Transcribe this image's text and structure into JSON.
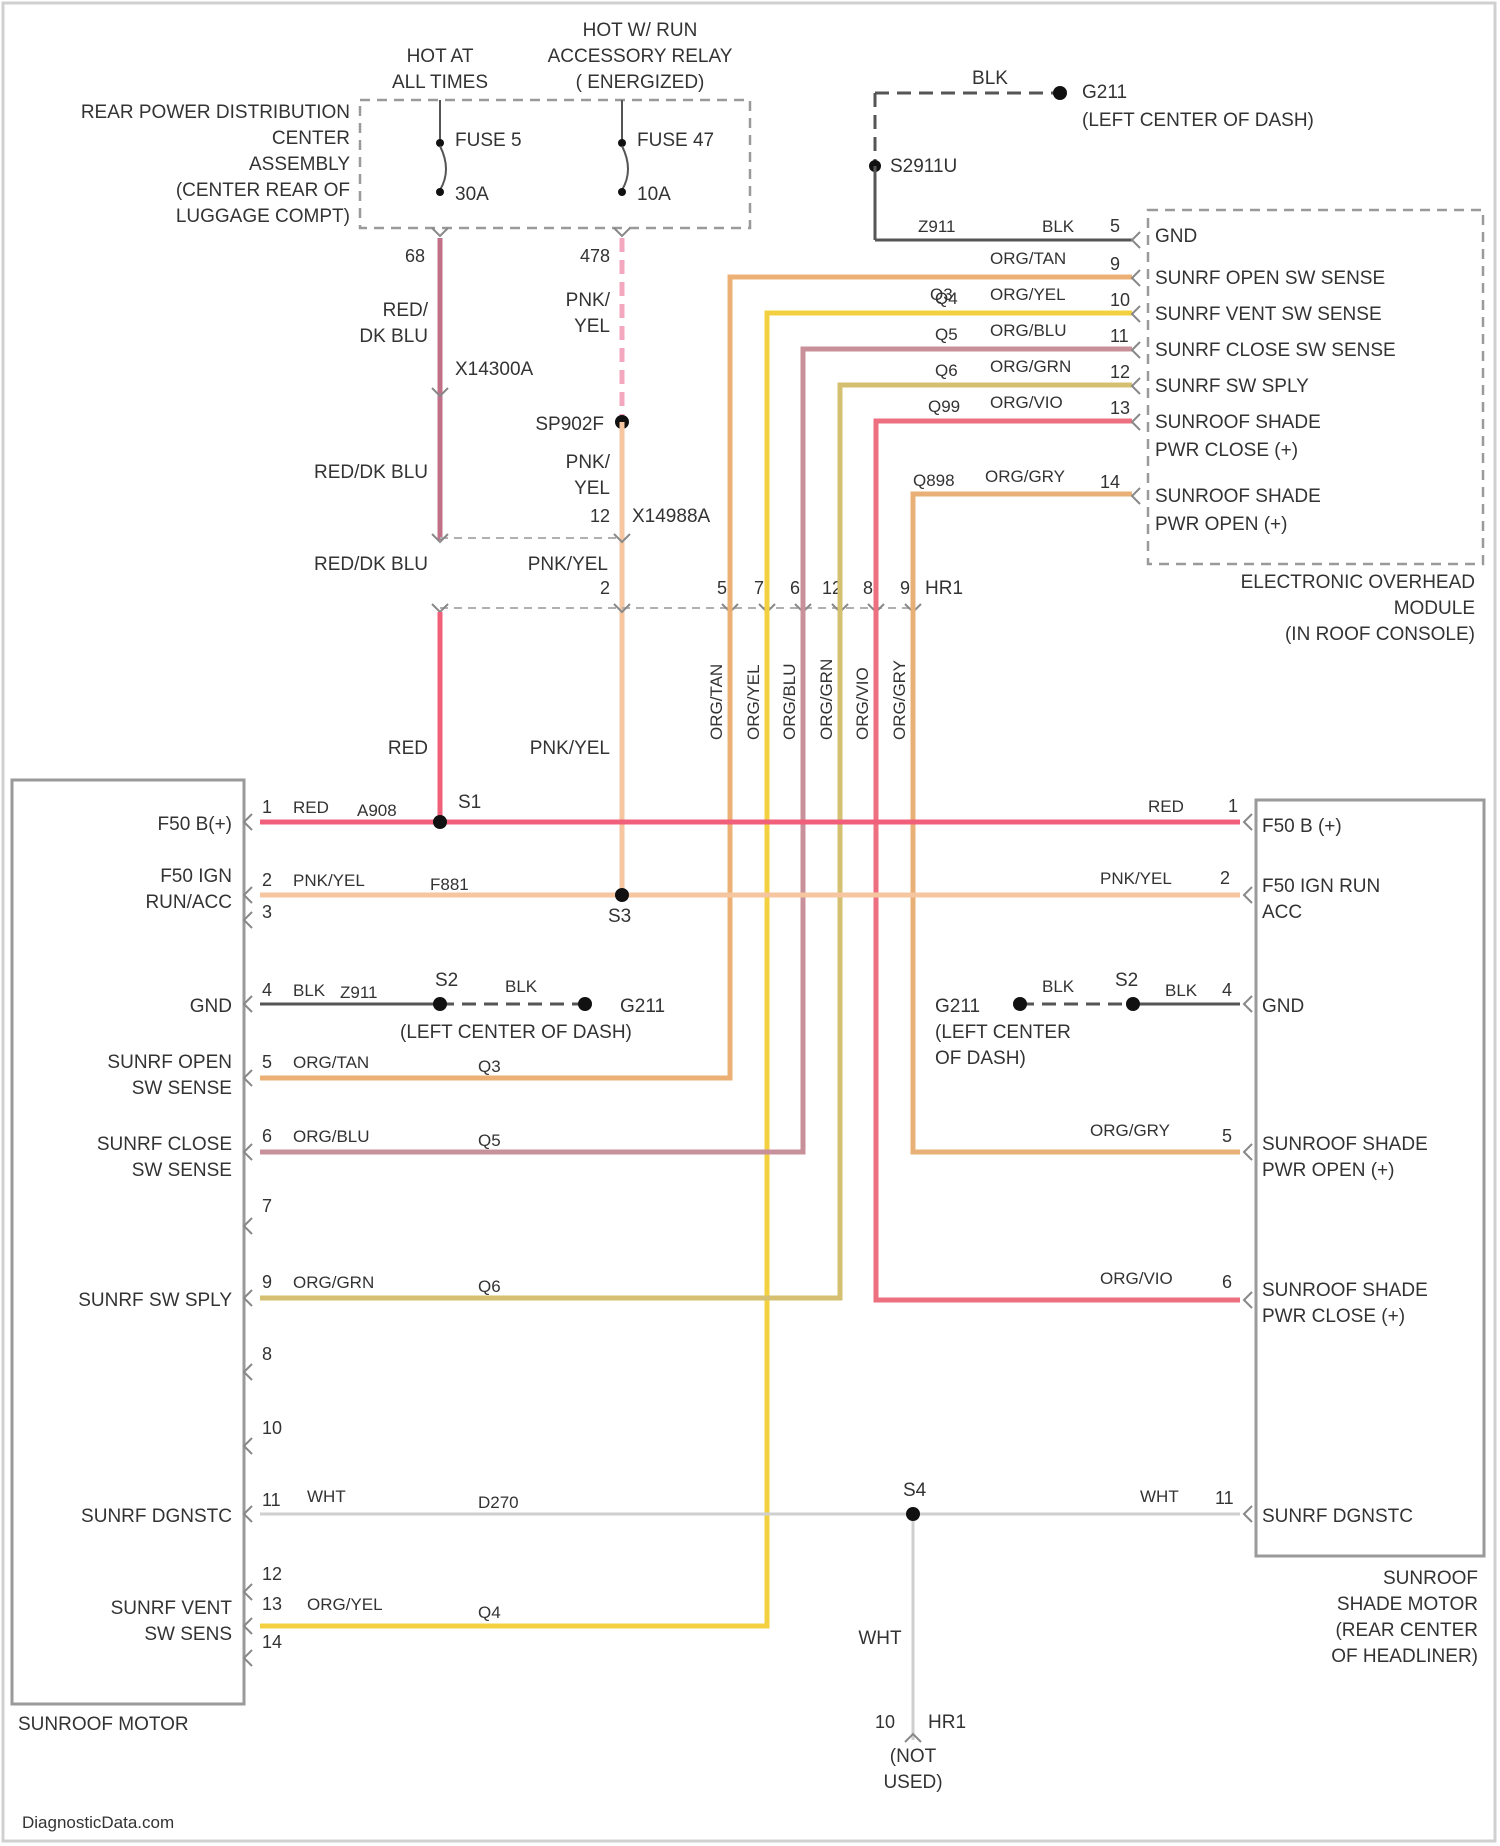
{
  "colors": {
    "red": "#f0607a",
    "red_dkblu": "#c07088",
    "pnk_yel": "#f6c6a0",
    "org_tan": "#ecb074",
    "org_yel": "#f3d040",
    "org_blu": "#c8909a",
    "org_grn": "#d4c070",
    "org_vio": "#ee7080",
    "org_gry": "#e8b076",
    "blk": "#555555",
    "wht": "#cfcfcf"
  },
  "top": {
    "hot_at_all_times": [
      "HOT AT",
      "ALL TIMES"
    ],
    "hot_w_run": [
      "HOT W/ RUN",
      "ACCESSORY RELAY",
      "( ENERGIZED)"
    ],
    "rear_pdc": [
      "REAR POWER DISTRIBUTION",
      "CENTER",
      "ASSEMBLY",
      "(CENTER REAR OF",
      "LUGGAGE COMPT)"
    ],
    "fuse_5": "FUSE 5",
    "fuse_5_rating": "30A",
    "fuse_47": "FUSE 47",
    "fuse_47_rating": "10A",
    "pin_68": "68",
    "pin_478": "478",
    "wire_red_dkblu": [
      "RED/",
      "DK BLU"
    ],
    "wire_pnk_yel": [
      "PNK/",
      "YEL"
    ],
    "x14300": "X14300A",
    "sp902": "SP902F",
    "wire_pnk_yel_2": [
      "PNK/",
      "YEL"
    ],
    "pin_12": "12",
    "x14988": "X14988A",
    "red_dkblu_2": "RED/DK BLU",
    "red_dkblu_3": "RED/DK BLU",
    "pnk_yel_3": "PNK/YEL",
    "pin_2": "2",
    "hr1_pins": [
      "5",
      "7",
      "6",
      "12",
      "8",
      "9"
    ],
    "hr1": "HR1",
    "red_label": "RED",
    "pnk_yel_label": "PNK/YEL",
    "vertical_wires": [
      "ORG/TAN",
      "ORG/YEL",
      "ORG/BLU",
      "ORG/GRN",
      "ORG/VIO",
      "ORG/GRY"
    ]
  },
  "ground_top": {
    "blk": "BLK",
    "g211": "G211",
    "g211_loc": "(LEFT CENTER OF DASH)",
    "s2911": "S2911U",
    "z911": "Z911",
    "blk2": "BLK"
  },
  "eom": {
    "title": [
      "ELECTRONIC OVERHEAD",
      "MODULE",
      "(IN ROOF CONSOLE)"
    ],
    "rows": [
      {
        "circuit": "Z911",
        "color": "BLK",
        "pin": "5",
        "label": "GND"
      },
      {
        "circuit": "Q3",
        "color": "ORG/TAN",
        "pin": "9",
        "label": "SUNRF OPEN SW SENSE"
      },
      {
        "circuit": "Q4",
        "color": "ORG/YEL",
        "pin": "10",
        "label": "SUNRF VENT SW SENSE"
      },
      {
        "circuit": "Q5",
        "color": "ORG/BLU",
        "pin": "11",
        "label": "SUNRF CLOSE SW SENSE"
      },
      {
        "circuit": "Q6",
        "color": "ORG/GRN",
        "pin": "12",
        "label": "SUNRF SW SPLY"
      },
      {
        "circuit": "Q99",
        "color": "ORG/VIO",
        "pin": "13",
        "label": "SUNROOF SHADE",
        "label2": "PWR CLOSE (+)"
      },
      {
        "circuit": "Q898",
        "color": "ORG/GRY",
        "pin": "14",
        "label": "SUNROOF SHADE",
        "label2": "PWR OPEN (+)"
      }
    ]
  },
  "motor": {
    "title": "SUNROOF MOTOR",
    "rows": [
      {
        "pin": "1",
        "label": "F50 B(+)",
        "color": "RED",
        "circuit": "A908"
      },
      {
        "pin": "2",
        "label": "F50 IGN",
        "label2": "RUN/ACC",
        "color": "PNK/YEL",
        "circuit": "F881"
      },
      {
        "pin": "3"
      },
      {
        "pin": "4",
        "label": "GND",
        "color": "BLK",
        "circuit": "Z911"
      },
      {
        "pin": "5",
        "label": "SUNRF OPEN",
        "label2": "SW SENSE",
        "color": "ORG/TAN",
        "circuit": "Q3"
      },
      {
        "pin": "6",
        "label": "SUNRF CLOSE",
        "label2": "SW SENSE",
        "color": "ORG/BLU",
        "circuit": "Q5"
      },
      {
        "pin": "7"
      },
      {
        "pin": "9",
        "label": "SUNRF SW SPLY",
        "color": "ORG/GRN",
        "circuit": "Q6"
      },
      {
        "pin": "8"
      },
      {
        "pin": "10"
      },
      {
        "pin": "11",
        "label": "SUNRF DGNSTC",
        "color": "WHT",
        "circuit": "D270"
      },
      {
        "pin": "12"
      },
      {
        "pin": "13",
        "label": "SUNRF VENT",
        "label2": "SW SENS",
        "color": "ORG/YEL",
        "circuit": "Q4"
      },
      {
        "pin": "14"
      }
    ]
  },
  "splices": {
    "s1": "S1",
    "s3": "S3",
    "s2_left": "S2",
    "blk_left": "BLK",
    "g211_left": "G211",
    "g211_left_loc": "(LEFT CENTER OF DASH)",
    "s4": "S4",
    "wht": "WHT",
    "pin_10": "10",
    "hr1_bottom": "HR1",
    "not_used": [
      "(NOT",
      "USED)"
    ]
  },
  "shade": {
    "title": [
      "SUNROOF",
      "SHADE MOTOR",
      "(REAR CENTER",
      "OF HEADLINER)"
    ],
    "rows": [
      {
        "pin": "1",
        "label": "F50 B (+)",
        "color": "RED"
      },
      {
        "pin": "2",
        "label": "F50 IGN RUN",
        "label2": "ACC",
        "color": "PNK/YEL"
      },
      {
        "pin": "4",
        "label": "GND",
        "color": "BLK"
      },
      {
        "pin": "5",
        "label": "SUNROOF SHADE",
        "label2": "PWR OPEN (+)",
        "color": "ORG/GRY"
      },
      {
        "pin": "6",
        "label": "SUNROOF SHADE",
        "label2": "PWR CLOSE (+)",
        "color": "ORG/VIO"
      },
      {
        "pin": "11",
        "label": "SUNRF DGNSTC",
        "color": "WHT"
      }
    ],
    "g211": "G211",
    "g211_loc": [
      "(LEFT CENTER",
      "OF DASH)"
    ],
    "blk_mid": "BLK",
    "s2": "S2"
  },
  "watermark": "DiagnosticData.com"
}
